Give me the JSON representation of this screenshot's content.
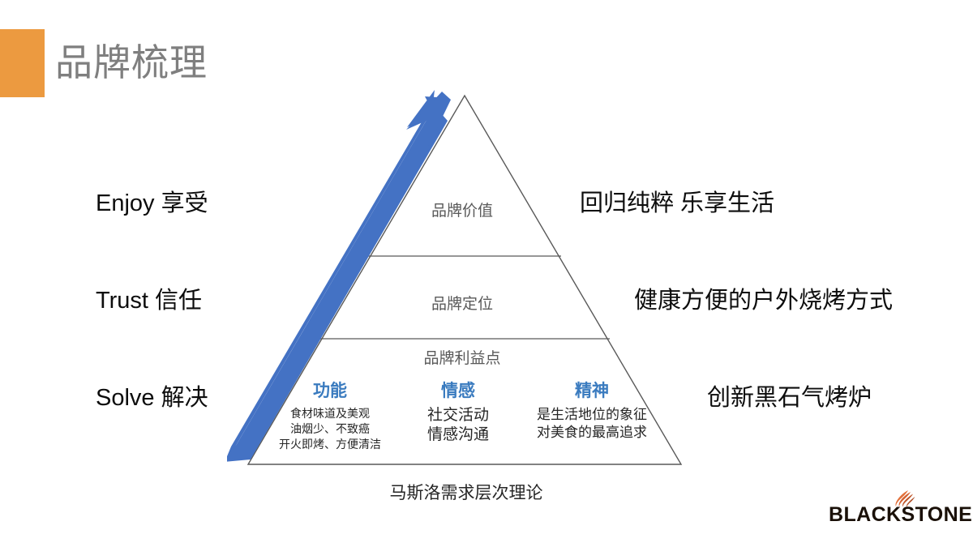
{
  "slide": {
    "title": "品牌梳理",
    "accent_color": "#EC9A40",
    "title_color": "#7F7F7F",
    "background": "#ffffff"
  },
  "pyramid": {
    "outline_color": "#595959",
    "arrow_color": "#4472C4",
    "tiers": [
      {
        "key": "value",
        "label": "品牌价值"
      },
      {
        "key": "position",
        "label": "品牌定位"
      },
      {
        "key": "benefit",
        "label": "品牌利益点"
      }
    ],
    "benefit_columns": [
      {
        "title": "功能",
        "lines": [
          "食材味道及美观",
          "油烟少、不致癌",
          "开火即烤、方便清洁"
        ]
      },
      {
        "title": "情感",
        "lines": [
          "社交活动",
          "情感沟通"
        ]
      },
      {
        "title": "精神",
        "lines": [
          "是生活地位的象征",
          "对美食的最高追求"
        ]
      }
    ],
    "benefit_title_color": "#3A7BBF",
    "divider_color": "#6D85A8"
  },
  "left_labels": [
    "Enjoy 享受",
    "Trust  信任",
    "Solve 解决"
  ],
  "right_labels": [
    "回归纯粹  乐享生活",
    "健康方便的户外烧烤方式",
    "创新黑石气烤炉"
  ],
  "caption": "马斯洛需求层次理论",
  "logo": {
    "wordmark": "BLACKSTONE",
    "flame_color_outer": "#E2703A",
    "flame_color_inner": "#C0562A",
    "text_color": "#1A1008"
  }
}
